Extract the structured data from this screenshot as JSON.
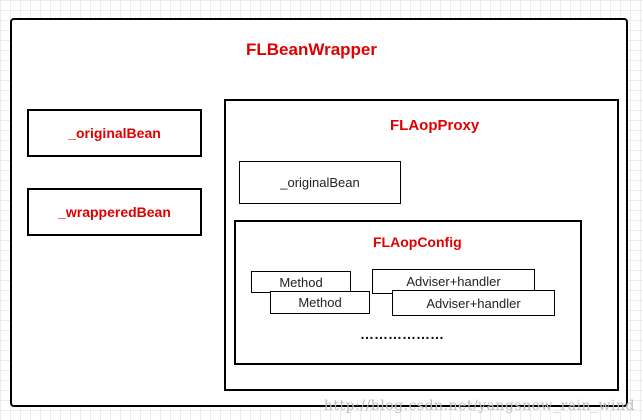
{
  "bean_wrapper": {
    "title": "FLBeanWrapper",
    "original_bean": "_originalBean",
    "wrappered_bean": "_wrapperedBean"
  },
  "aop_proxy": {
    "title": "FLAopProxy",
    "original_bean": "_originalBean"
  },
  "aop_config": {
    "title": "FLAopConfig",
    "method_1": "Method",
    "method_2": "Method",
    "adviser_1": "Adviser+handler",
    "adviser_2": "Adviser+handler",
    "ellipsis": "………………"
  },
  "watermark": "http://blog.csdn.net/yangsnow_rain_wind",
  "colors": {
    "title_red": "#e00000",
    "border": "#000000"
  }
}
